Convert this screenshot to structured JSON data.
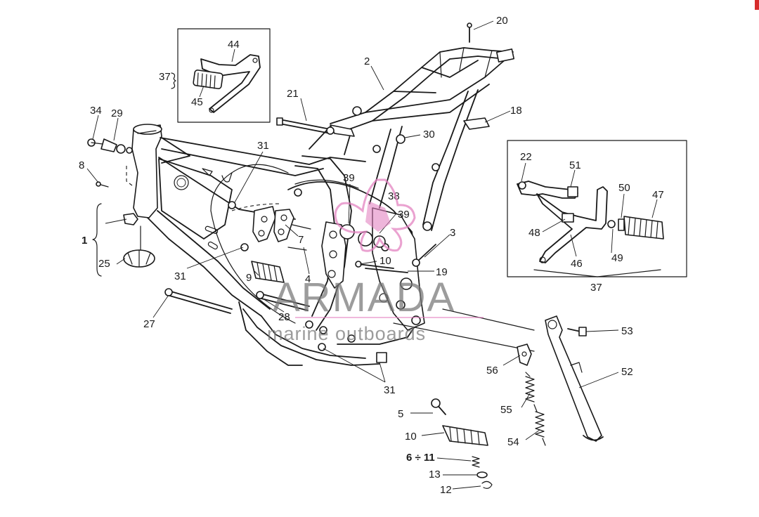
{
  "diagram": {
    "callouts": {
      "n20": "20",
      "n2": "2",
      "n44": "44",
      "n37a": "37",
      "n45": "45",
      "n21": "21",
      "n18": "18",
      "n34": "34",
      "n29": "29",
      "n31a": "31",
      "n30": "30",
      "n8": "8",
      "n22": "22",
      "n51": "51",
      "n50": "50",
      "n47": "47",
      "n39a": "39",
      "n38": "38",
      "n39b": "39",
      "n48": "48",
      "n3": "3",
      "n7": "7",
      "n1": "1",
      "n25": "25",
      "n10a": "10",
      "n49": "49",
      "n46": "46",
      "n19": "19",
      "n31b": "31",
      "n9": "9",
      "n4": "4",
      "n37b": "37",
      "n27": "27",
      "n28": "28",
      "n53": "53",
      "n52": "52",
      "n56": "56",
      "n31c": "31",
      "n5": "5",
      "n55": "55",
      "n10b": "10",
      "n54": "54",
      "n611": "6 ÷ 11",
      "n13": "13",
      "n12": "12"
    },
    "watermark": {
      "title": "ARMADA",
      "subtitle": "marine outboards"
    },
    "colors": {
      "ink": "#1a1a1a",
      "watermark": "#777777",
      "logo": "#e27fbf",
      "corner_mark": "#d62b2b"
    }
  }
}
